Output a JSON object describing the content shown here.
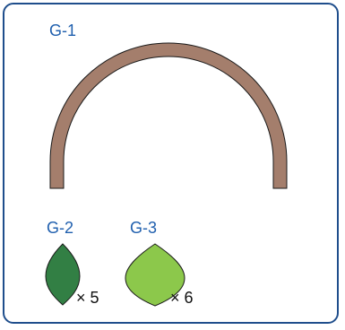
{
  "parts": [
    {
      "id_label": "G-1",
      "shape": "arch",
      "fill": "#a47e6c"
    },
    {
      "id_label": "G-2",
      "shape": "leaf",
      "fill": "#327f44",
      "quantity": "× 5"
    },
    {
      "id_label": "G-3",
      "shape": "leaf",
      "fill": "#8cc84b",
      "quantity": "× 6"
    }
  ],
  "outline_color": "#1f4e8c"
}
